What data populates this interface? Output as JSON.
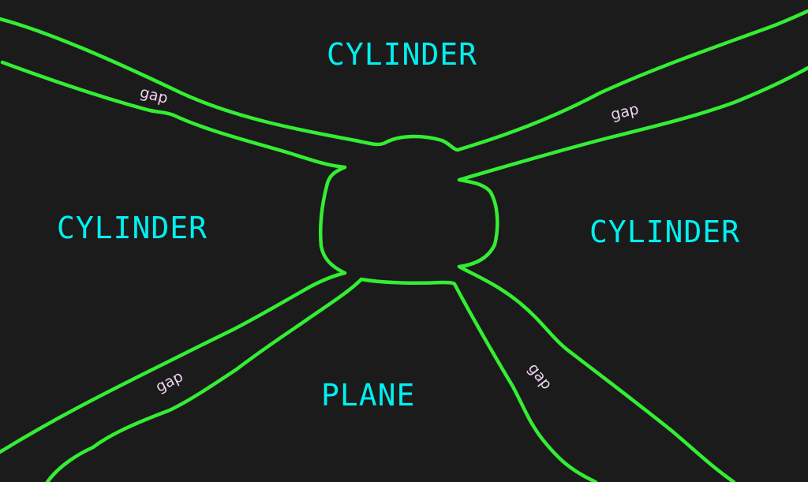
{
  "diagram": {
    "background": "#1b1b1b",
    "stroke_color": "#33ee33",
    "region_label_color": "#00f0f0",
    "gap_label_color": "#f0d0f0",
    "regions": [
      {
        "id": "top",
        "label": "CYLINDER"
      },
      {
        "id": "left",
        "label": "CYLINDER"
      },
      {
        "id": "right",
        "label": "CYLINDER"
      },
      {
        "id": "bottom",
        "label": "PLANE"
      }
    ],
    "gaps": [
      {
        "id": "top-left",
        "label": "gap"
      },
      {
        "id": "top-right",
        "label": "gap"
      },
      {
        "id": "bottom-left",
        "label": "gap"
      },
      {
        "id": "bottom-right",
        "label": "gap"
      }
    ]
  }
}
